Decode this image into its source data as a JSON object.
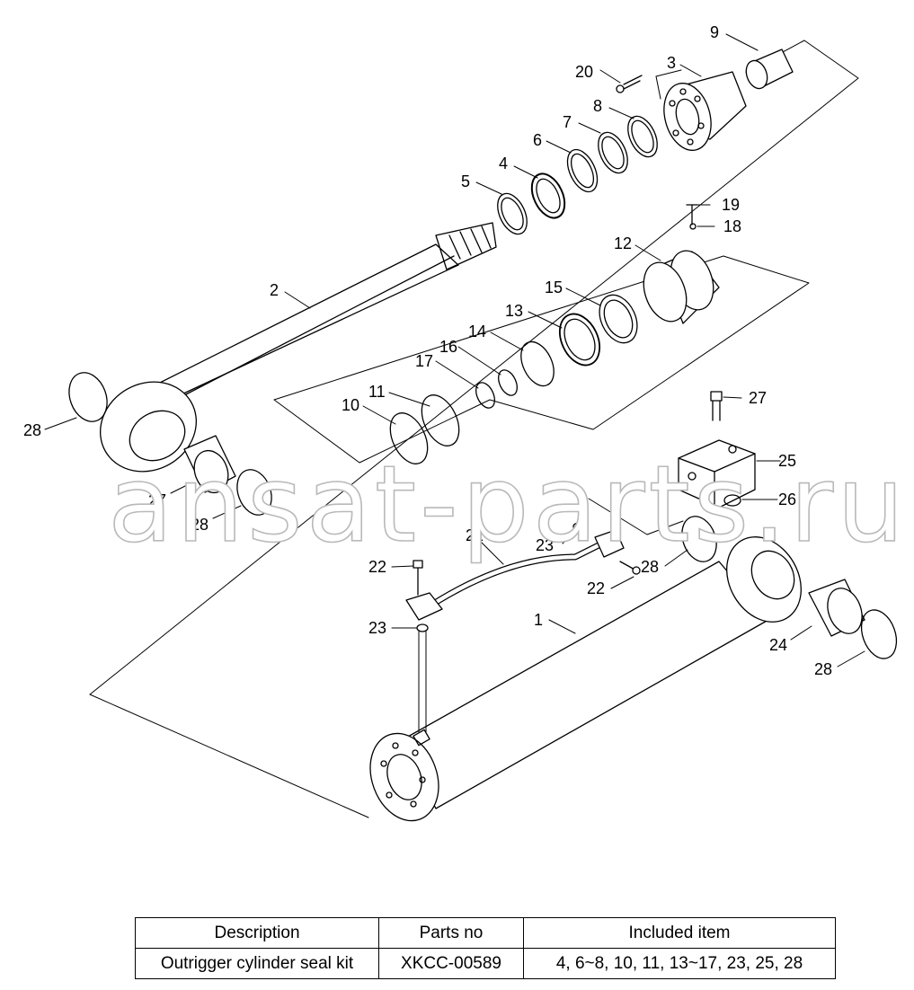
{
  "watermark": "ansat-parts.ru",
  "callouts": [
    {
      "id": "c1",
      "text": "1"
    },
    {
      "id": "c2",
      "text": "2"
    },
    {
      "id": "c3",
      "text": "3"
    },
    {
      "id": "c4",
      "text": "4"
    },
    {
      "id": "c5",
      "text": "5"
    },
    {
      "id": "c6",
      "text": "6"
    },
    {
      "id": "c7",
      "text": "7"
    },
    {
      "id": "c8",
      "text": "8"
    },
    {
      "id": "c9",
      "text": "9"
    },
    {
      "id": "c10",
      "text": "10"
    },
    {
      "id": "c11",
      "text": "11"
    },
    {
      "id": "c12",
      "text": "12"
    },
    {
      "id": "c13",
      "text": "13"
    },
    {
      "id": "c14",
      "text": "14"
    },
    {
      "id": "c15",
      "text": "15"
    },
    {
      "id": "c16",
      "text": "16"
    },
    {
      "id": "c17",
      "text": "17"
    },
    {
      "id": "c18",
      "text": "18"
    },
    {
      "id": "c19",
      "text": "19"
    },
    {
      "id": "c20",
      "text": "20"
    },
    {
      "id": "c21",
      "text": "21"
    },
    {
      "id": "c22a",
      "text": "22"
    },
    {
      "id": "c22b",
      "text": "22"
    },
    {
      "id": "c23a",
      "text": "23"
    },
    {
      "id": "c23b",
      "text": "23"
    },
    {
      "id": "c24",
      "text": "24"
    },
    {
      "id": "c25",
      "text": "25"
    },
    {
      "id": "c26",
      "text": "26"
    },
    {
      "id": "c27a",
      "text": "27"
    },
    {
      "id": "c27b",
      "text": "27"
    },
    {
      "id": "c28a",
      "text": "28"
    },
    {
      "id": "c28b",
      "text": "28"
    },
    {
      "id": "c28c",
      "text": "28"
    },
    {
      "id": "c28d",
      "text": "28"
    }
  ],
  "table": {
    "headers": [
      "Description",
      "Parts no",
      "Included item"
    ],
    "rows": [
      [
        "Outrigger cylinder seal kit",
        "XKCC-00589",
        "4, 6~8, 10, 11, 13~17, 23, 25, 28"
      ]
    ]
  }
}
